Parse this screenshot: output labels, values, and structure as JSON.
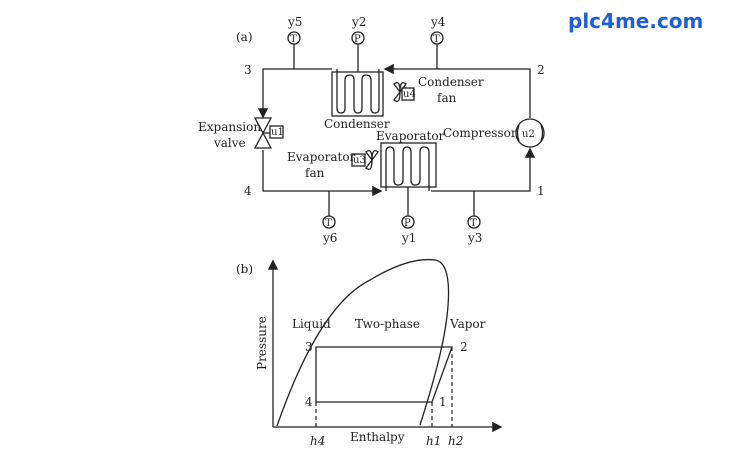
{
  "watermark": {
    "text": "plc4me.com",
    "color": "#1f5fd6"
  },
  "part_a": {
    "label": "(a)",
    "state_points": {
      "p1": "1",
      "p2": "2",
      "p3": "3",
      "p4": "4"
    },
    "components": {
      "condenser": "Condenser",
      "condenser_fan_line1": "Condenser",
      "condenser_fan_line2": "fan",
      "evaporator": "Evaporator",
      "evaporator_fan_line1": "Evaporator",
      "evaporator_fan_line2": "fan",
      "expansion_valve_line1": "Expansion",
      "expansion_valve_line2": "valve",
      "compressor": "Compressor"
    },
    "inputs": {
      "u1": "u1",
      "u2": "u2",
      "u3": "u3",
      "u4": "u4"
    },
    "sensors": [
      {
        "id": "y5",
        "type": "T"
      },
      {
        "id": "y2",
        "type": "P"
      },
      {
        "id": "y4",
        "type": "T"
      },
      {
        "id": "y6",
        "type": "T"
      },
      {
        "id": "y1",
        "type": "P"
      },
      {
        "id": "y3",
        "type": "T"
      }
    ]
  },
  "part_b": {
    "label": "(b)",
    "y_axis": "Pressure",
    "x_axis": "Enthalpy",
    "regions": {
      "liquid": "Liquid",
      "two_phase": "Two-phase",
      "vapor": "Vapor"
    },
    "state_points": {
      "p1": "1",
      "p2": "2",
      "p3": "3",
      "p4": "4"
    },
    "ticks": {
      "h4": "h4",
      "h1": "h1",
      "h2": "h2"
    }
  }
}
